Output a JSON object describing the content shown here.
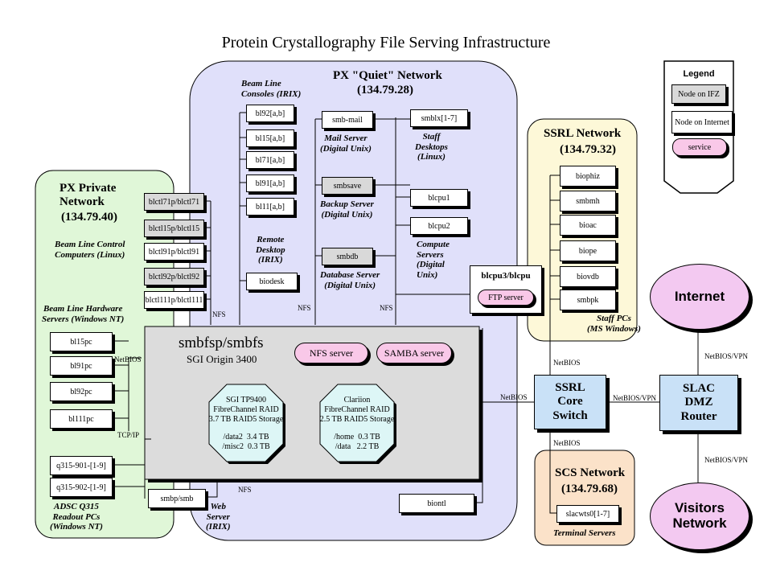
{
  "title": "Protein Crystallography File Serving Infrastructure",
  "legend": {
    "heading": "Legend",
    "node_ifz": "Node on IFZ",
    "node_internet": "Node on Internet",
    "service": "service"
  },
  "networks": {
    "quiet": {
      "name": "PX \"Quiet\" Network",
      "subnet": "(134.79.28)"
    },
    "private": {
      "name": "PX Private\nNetwork",
      "subnet": "(134.79.40)"
    },
    "ssrl": {
      "name": "SSRL Network",
      "subnet": "(134.79.32)"
    },
    "scs": {
      "name": "SCS Network",
      "subnet": "(134.79.68)"
    }
  },
  "groups": {
    "beam_line_consoles": "Beam Line\nConsoles (IRIX)",
    "mail_server": "Mail Server\n(Digital Unix)",
    "staff_desktops": "Staff\nDesktops\n(Linux)",
    "backup_server": "Backup Server\n(Digital Unix)",
    "remote_desktop": "Remote\nDesktop\n(IRIX)",
    "database_server": "Database Server\n(Digital Unix)",
    "compute_servers": "Compute\nServers\n(Digital\nUnix)",
    "beam_line_control": "Beam Line Control\nComputers (Linux)",
    "beam_line_hardware": "Beam Line Hardware\nServers (Windows NT)",
    "adsc": "ADSC Q315\nReadout PCs\n(Windows NT)",
    "web_server": "Web\nServer\n(IRIX)",
    "staff_pcs": "Staff PCs\n(MS Windows)",
    "terminal_servers": "Terminal Servers"
  },
  "nodes": {
    "consoles": [
      "bl92[a,b]",
      "bl15[a,b]",
      "bl71[a,b]",
      "bl91[a,b]",
      "bl11[a,b]"
    ],
    "biodesk": "biodesk",
    "smb_mail": "smb-mail",
    "smbsave": "smbsave",
    "smbdb": "smbdb",
    "smblx": "smblx[1-7]",
    "blcpu1": "blcpu1",
    "blcpu2": "blcpu2",
    "blctl": [
      "blctl71p/blctl71",
      "blctl15p/blctl15",
      "blctl91p/blctl91",
      "blctl92p/blctl92",
      "blctl111p/blctl111"
    ],
    "blpc": [
      "bl15pc",
      "bl91pc",
      "bl92pc",
      "bl111pc"
    ],
    "q315": [
      "q315-901-[1-9]",
      "q315-902-[1-9]"
    ],
    "smbp": "smbp/smb",
    "biontl": "biontl",
    "ssrl_pcs": [
      "biophiz",
      "smbmh",
      "bioac",
      "biope",
      "biovdb",
      "smbpk"
    ],
    "slacwts": "slacwts0[1-7]",
    "blcpu3": "blcpu3/blcpu"
  },
  "server": {
    "name": "smbfsp/smbfs",
    "model": "SGI Origin 3400",
    "raid1": {
      "name": "SGI TP9400",
      "type": "FibreChannel RAID",
      "capacity": "3.7 TB RAID5 Storage",
      "vol1": "/data2  3.4 TB",
      "vol2": "/misc2  0.3 TB"
    },
    "raid2": {
      "name": "Clariion",
      "type": "FibreChannel RAID",
      "capacity": "2.5 TB RAID5 Storage",
      "vol1": "/home  0.3 TB",
      "vol2": "/data   2.2 TB"
    }
  },
  "services": {
    "nfs": "NFS server",
    "samba": "SAMBA server",
    "ftp": "FTP server"
  },
  "switches": {
    "core": "SSRL\nCore\nSwitch",
    "dmz": "SLAC\nDMZ\nRouter"
  },
  "clouds": {
    "internet": "Internet",
    "visitors": "Visitors\nNetwork"
  },
  "links": {
    "nfs": "NFS",
    "netbios": "NetBIOS",
    "tcpip": "TCP/IP",
    "netbios_vpn": "NetBIOS/VPN"
  },
  "colors": {
    "quiet": "#e0e0fa",
    "private": "#e0f7d8",
    "ssrl": "#fdf8d8",
    "scs": "#fbe2c9",
    "server": "#dcdcdc",
    "raid": "#ddf6f6",
    "switch": "#c9e1f7",
    "cloud": "#f3c9f1",
    "service": "#f9c8e8"
  }
}
